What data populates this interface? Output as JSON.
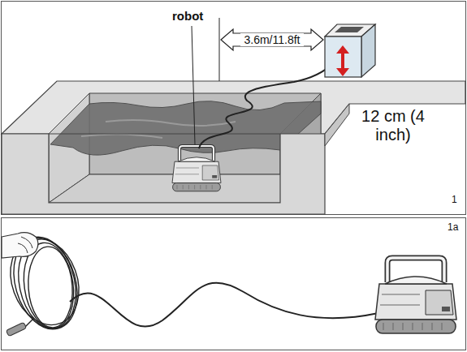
{
  "diagram": {
    "labels": [
      "robot",
      "3.6m/11.8ft",
      "12 cm (4 inch)",
      "1",
      "1a"
    ]
  }
}
